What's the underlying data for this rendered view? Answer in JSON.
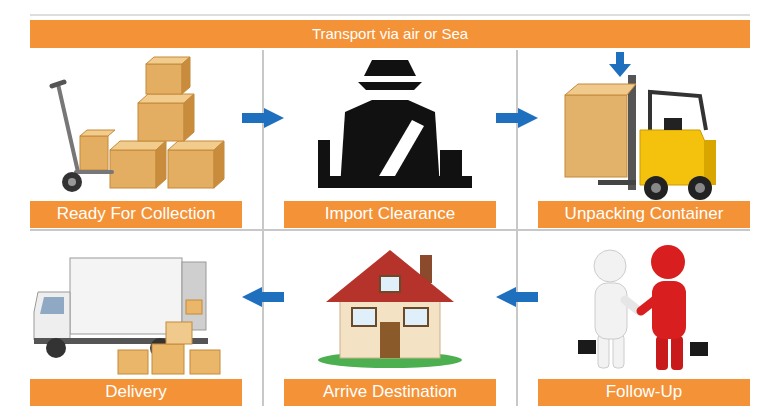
{
  "diagram": {
    "nodes": [
      {
        "text": [
          "Transport via air or Sea"
        ]
      },
      {
        "text": [
          "Ready For Collection"
        ]
      },
      {
        "text": [
          "Import Clearance"
        ]
      },
      {
        "text": [
          "Unpacking Container"
        ]
      },
      {
        "text": [
          "Delivery"
        ]
      },
      {
        "text": [
          "Arrive Destination"
        ]
      },
      {
        "text": [
          "Follow-Up"
        ]
      }
    ],
    "edges": [
      {
        "from": 1,
        "to": 2,
        "arrow": "to"
      },
      {
        "from": 2,
        "to": 3,
        "arrow": "to"
      },
      {
        "from": 6,
        "to": 5,
        "arrow": "to"
      },
      {
        "from": 5,
        "to": 4,
        "arrow": "to"
      }
    ]
  }
}
